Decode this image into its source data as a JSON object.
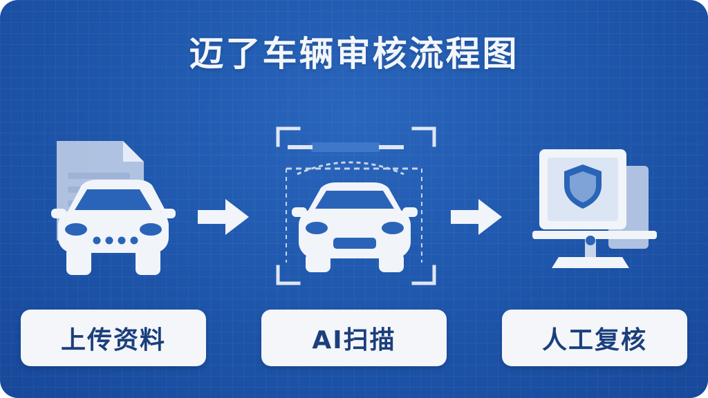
{
  "title": "迈了车辆审核流程图",
  "colors": {
    "background": "#1f58ad",
    "icon_fill": "#f1f4f9",
    "icon_shade": "#c9d5ea",
    "label_box": "#f4f6fa",
    "label_text": "#1b3f7c"
  },
  "steps": [
    {
      "label": "上传资料",
      "icon": "document-car-icon"
    },
    {
      "label": "AI扫描",
      "icon": "car-scan-icon"
    },
    {
      "label": "人工复核",
      "icon": "monitor-shield-icon"
    }
  ],
  "connectors": [
    "arrow-right-icon",
    "arrow-right-icon"
  ]
}
